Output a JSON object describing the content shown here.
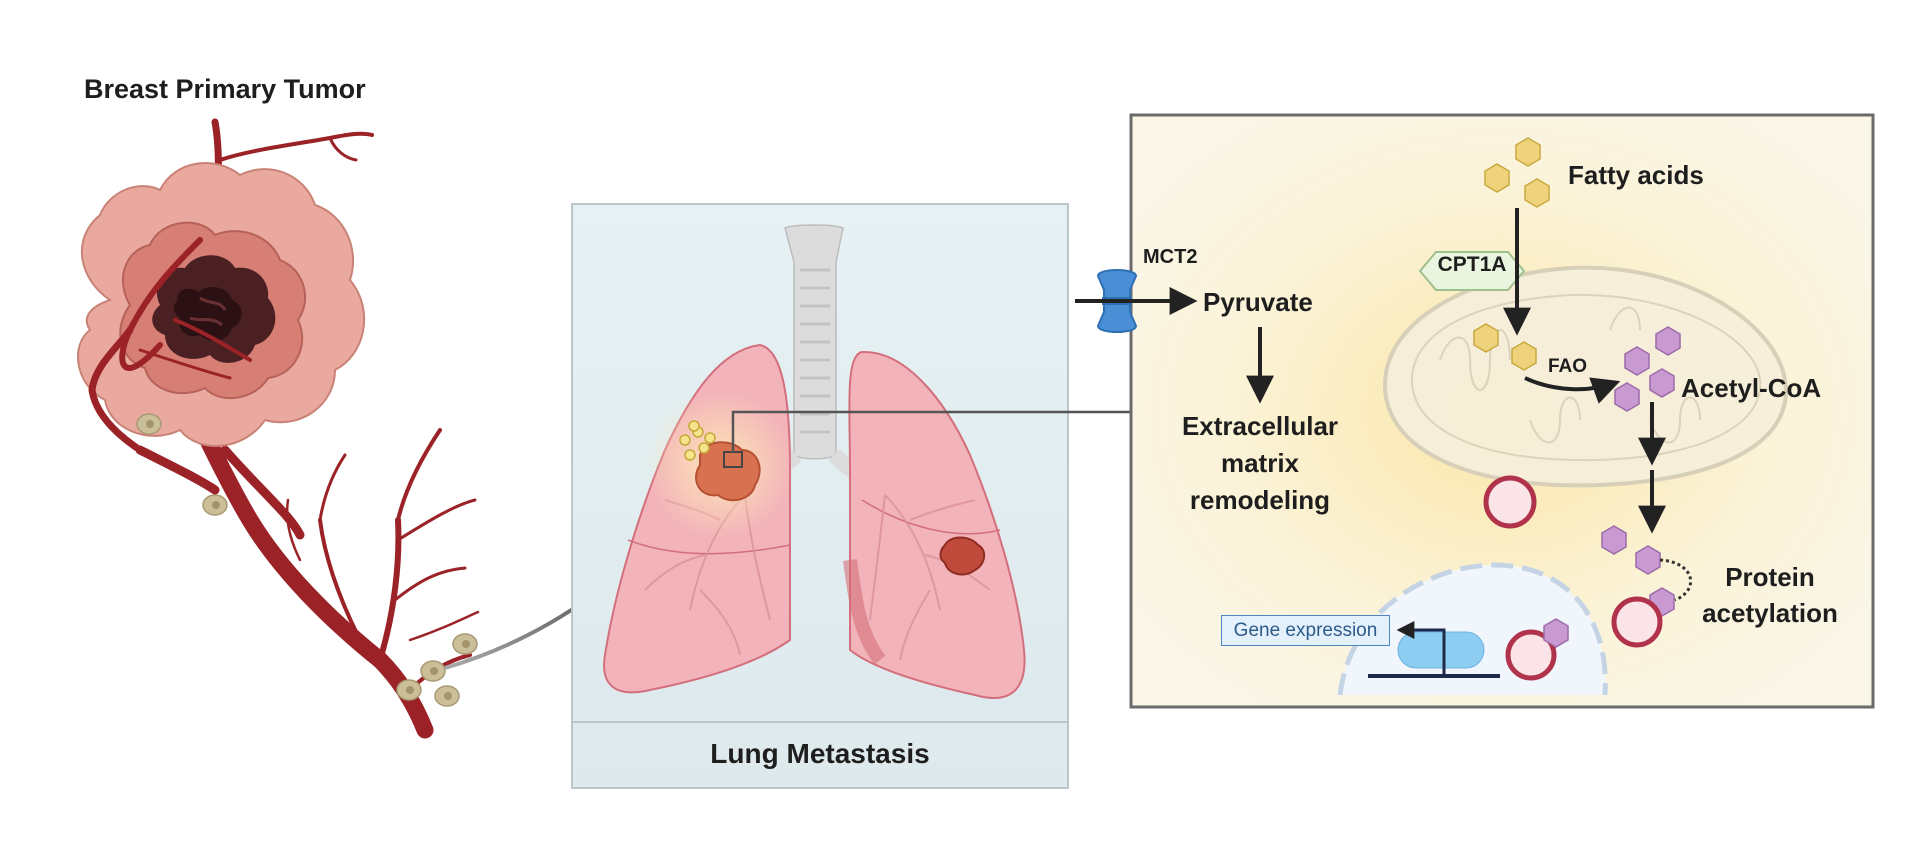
{
  "labels": {
    "breast_primary_tumor": "Breast Primary Tumor",
    "lung_metastasis": "Lung Metastasis",
    "fatty_acids": "Fatty acids",
    "mct2": "MCT2",
    "cpt1a": "CPT1A",
    "pyruvate": "Pyruvate",
    "fao": "FAO",
    "acetyl_coa": "Acetyl-CoA",
    "ecm_line1": "Extracellular",
    "ecm_line2": "matrix",
    "ecm_line3": "remodeling",
    "protein_line1": "Protein",
    "protein_line2": "acetylation",
    "gene_expression": "Gene expression"
  },
  "colors": {
    "vessel": "#9b2226",
    "vessel_light": "#b83a3a",
    "tumor_outer": "#e8a49a",
    "tumor_mid": "#d98478",
    "tumor_core": "#3d1a1c",
    "tumor_cell": "#cbbf9a",
    "lung_fill": "#f4b7bd",
    "lung_edge": "#d9707b",
    "trachea": "#d9d9d9",
    "metastasis": "#d2694a",
    "panel_bg_lung": "#e4eff2",
    "panel_bg_cell": "#fbf5df",
    "fatty_acid": "#edd27a",
    "acetyl": "#c99ad1",
    "mct2": "#4a8fd6",
    "cpt1a": "#e9f5df",
    "mito": "#f6eed8",
    "ring_cell": "#b0334b",
    "nucleus": "#f1f6fc",
    "arrow": "#222222"
  },
  "icons": [
    "blood-vessel-icon",
    "tumor-icon",
    "tumor-cell-icon",
    "lungs-icon",
    "trachea-icon",
    "mitochondrion-icon",
    "nucleus-icon",
    "transporter-icon",
    "hexagon-molecule-icon",
    "ring-cell-icon",
    "gene-promoter-icon",
    "arrow-icon"
  ]
}
